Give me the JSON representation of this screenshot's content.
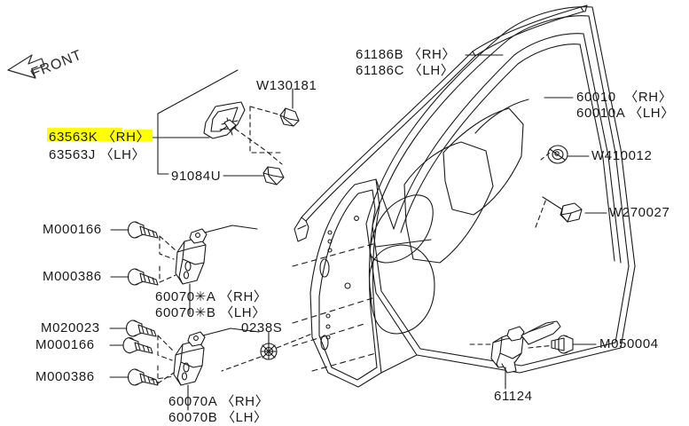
{
  "diagram": {
    "title": "Front Door Panel Parts Diagram",
    "orientation_marker": "FRONT",
    "highlight_color": "#ffff00",
    "line_color": "#1a1a1a",
    "background": "#ffffff"
  },
  "labels": {
    "front": "FRONT",
    "w130181": "W130181",
    "p63563k": "63563K 〈RH〉",
    "p63563j": "63563J 〈LH〉",
    "p91084u": "91084U",
    "p61186b": "61186B 〈RH〉",
    "p61186c": "61186C 〈LH〉",
    "p60010": "60010  〈RH〉",
    "p60010a": "60010A 〈LH〉",
    "w410012": "W410012",
    "w270027": "W270027",
    "m000166_top": "M000166",
    "m000386_top": "M000386",
    "p60070a_rh": "60070✳A 〈RH〉",
    "p60070b_lh": "60070✳B 〈LH〉",
    "m020023": "M020023",
    "m000166_bot": "M000166",
    "m000386_bot": "M000386",
    "p0238s": "0238S",
    "p60070a": "60070A 〈RH〉",
    "p60070b": "60070B 〈LH〉",
    "p61124": "61124",
    "m050004": "M050004"
  },
  "highlighted_parts": [
    "63563K 〈RH〉"
  ],
  "parts_list": [
    {
      "number": "63563K",
      "side": "RH",
      "name": "corner-cover",
      "highlighted": true
    },
    {
      "number": "63563J",
      "side": "LH",
      "name": "corner-cover",
      "highlighted": false
    },
    {
      "number": "W130181",
      "side": "",
      "name": "clip",
      "highlighted": false
    },
    {
      "number": "91084U",
      "side": "",
      "name": "clip",
      "highlighted": false
    },
    {
      "number": "61186B",
      "side": "RH",
      "name": "weatherstrip",
      "highlighted": false
    },
    {
      "number": "61186C",
      "side": "LH",
      "name": "weatherstrip",
      "highlighted": false
    },
    {
      "number": "60010",
      "side": "RH",
      "name": "door-panel",
      "highlighted": false
    },
    {
      "number": "60010A",
      "side": "LH",
      "name": "door-panel",
      "highlighted": false
    },
    {
      "number": "W410012",
      "side": "",
      "name": "grommet",
      "highlighted": false
    },
    {
      "number": "W270027",
      "side": "",
      "name": "plug",
      "highlighted": false
    },
    {
      "number": "M000166",
      "side": "",
      "name": "bolt",
      "highlighted": false
    },
    {
      "number": "M000386",
      "side": "",
      "name": "bolt",
      "highlighted": false
    },
    {
      "number": "M020023",
      "side": "",
      "name": "bolt",
      "highlighted": false
    },
    {
      "number": "M050004",
      "side": "",
      "name": "bolt",
      "highlighted": false
    },
    {
      "number": "60070✳A",
      "side": "RH",
      "name": "upper-hinge",
      "highlighted": false
    },
    {
      "number": "60070✳B",
      "side": "LH",
      "name": "upper-hinge",
      "highlighted": false
    },
    {
      "number": "60070A",
      "side": "RH",
      "name": "lower-hinge",
      "highlighted": false
    },
    {
      "number": "60070B",
      "side": "LH",
      "name": "lower-hinge",
      "highlighted": false
    },
    {
      "number": "0238S",
      "side": "",
      "name": "clip",
      "highlighted": false
    },
    {
      "number": "61124",
      "side": "",
      "name": "door-check",
      "highlighted": false
    }
  ]
}
